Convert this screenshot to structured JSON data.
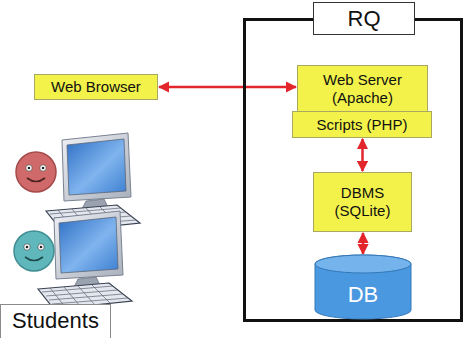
{
  "diagram": {
    "nodes": [
      {
        "text": [
          "RQ"
        ]
      },
      {
        "text": [
          "Web Browser"
        ]
      },
      {
        "text": [
          "Web Server (Apache)"
        ],
        "in": 0
      },
      {
        "text": [
          "Scripts (PHP)"
        ],
        "in": 0
      },
      {
        "text": [
          "DBMS (SQLite)"
        ],
        "in": 0
      },
      {
        "text": [
          "DB"
        ],
        "in": 0
      },
      {
        "text": [
          "Students"
        ]
      }
    ],
    "edges": [
      {
        "from": 1,
        "to": 2,
        "arrow": "both"
      },
      {
        "from": 3,
        "to": 4,
        "arrow": "both"
      },
      {
        "from": 4,
        "to": 5,
        "arrow": "both"
      }
    ]
  }
}
